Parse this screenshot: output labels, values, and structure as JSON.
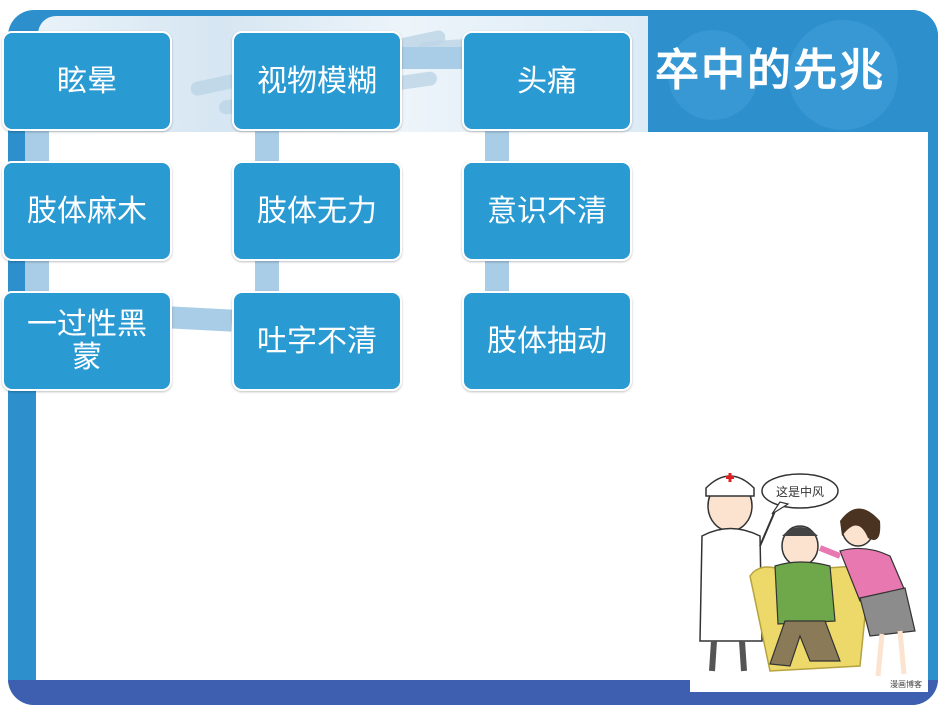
{
  "slide": {
    "title": "卒中的先兆",
    "colors": {
      "primary": "#2e8fcd",
      "box": "#2a9ad3",
      "connector": "#a9cde6",
      "footer": "#3e5fb0"
    }
  },
  "symptoms": {
    "dizziness": "眩晕",
    "blurred_vision": "视物模糊",
    "headache": "头痛",
    "limb_numbness": "肢体麻木",
    "limb_weakness": "肢体无力",
    "confusion": "意识不清",
    "transient_blackout": "一过性黑蒙",
    "slurred_speech": "吐字不清",
    "limb_twitching": "肢体抽动"
  },
  "illustration": {
    "speech_bubble": "这是中风",
    "watermark": "漫画博客"
  }
}
